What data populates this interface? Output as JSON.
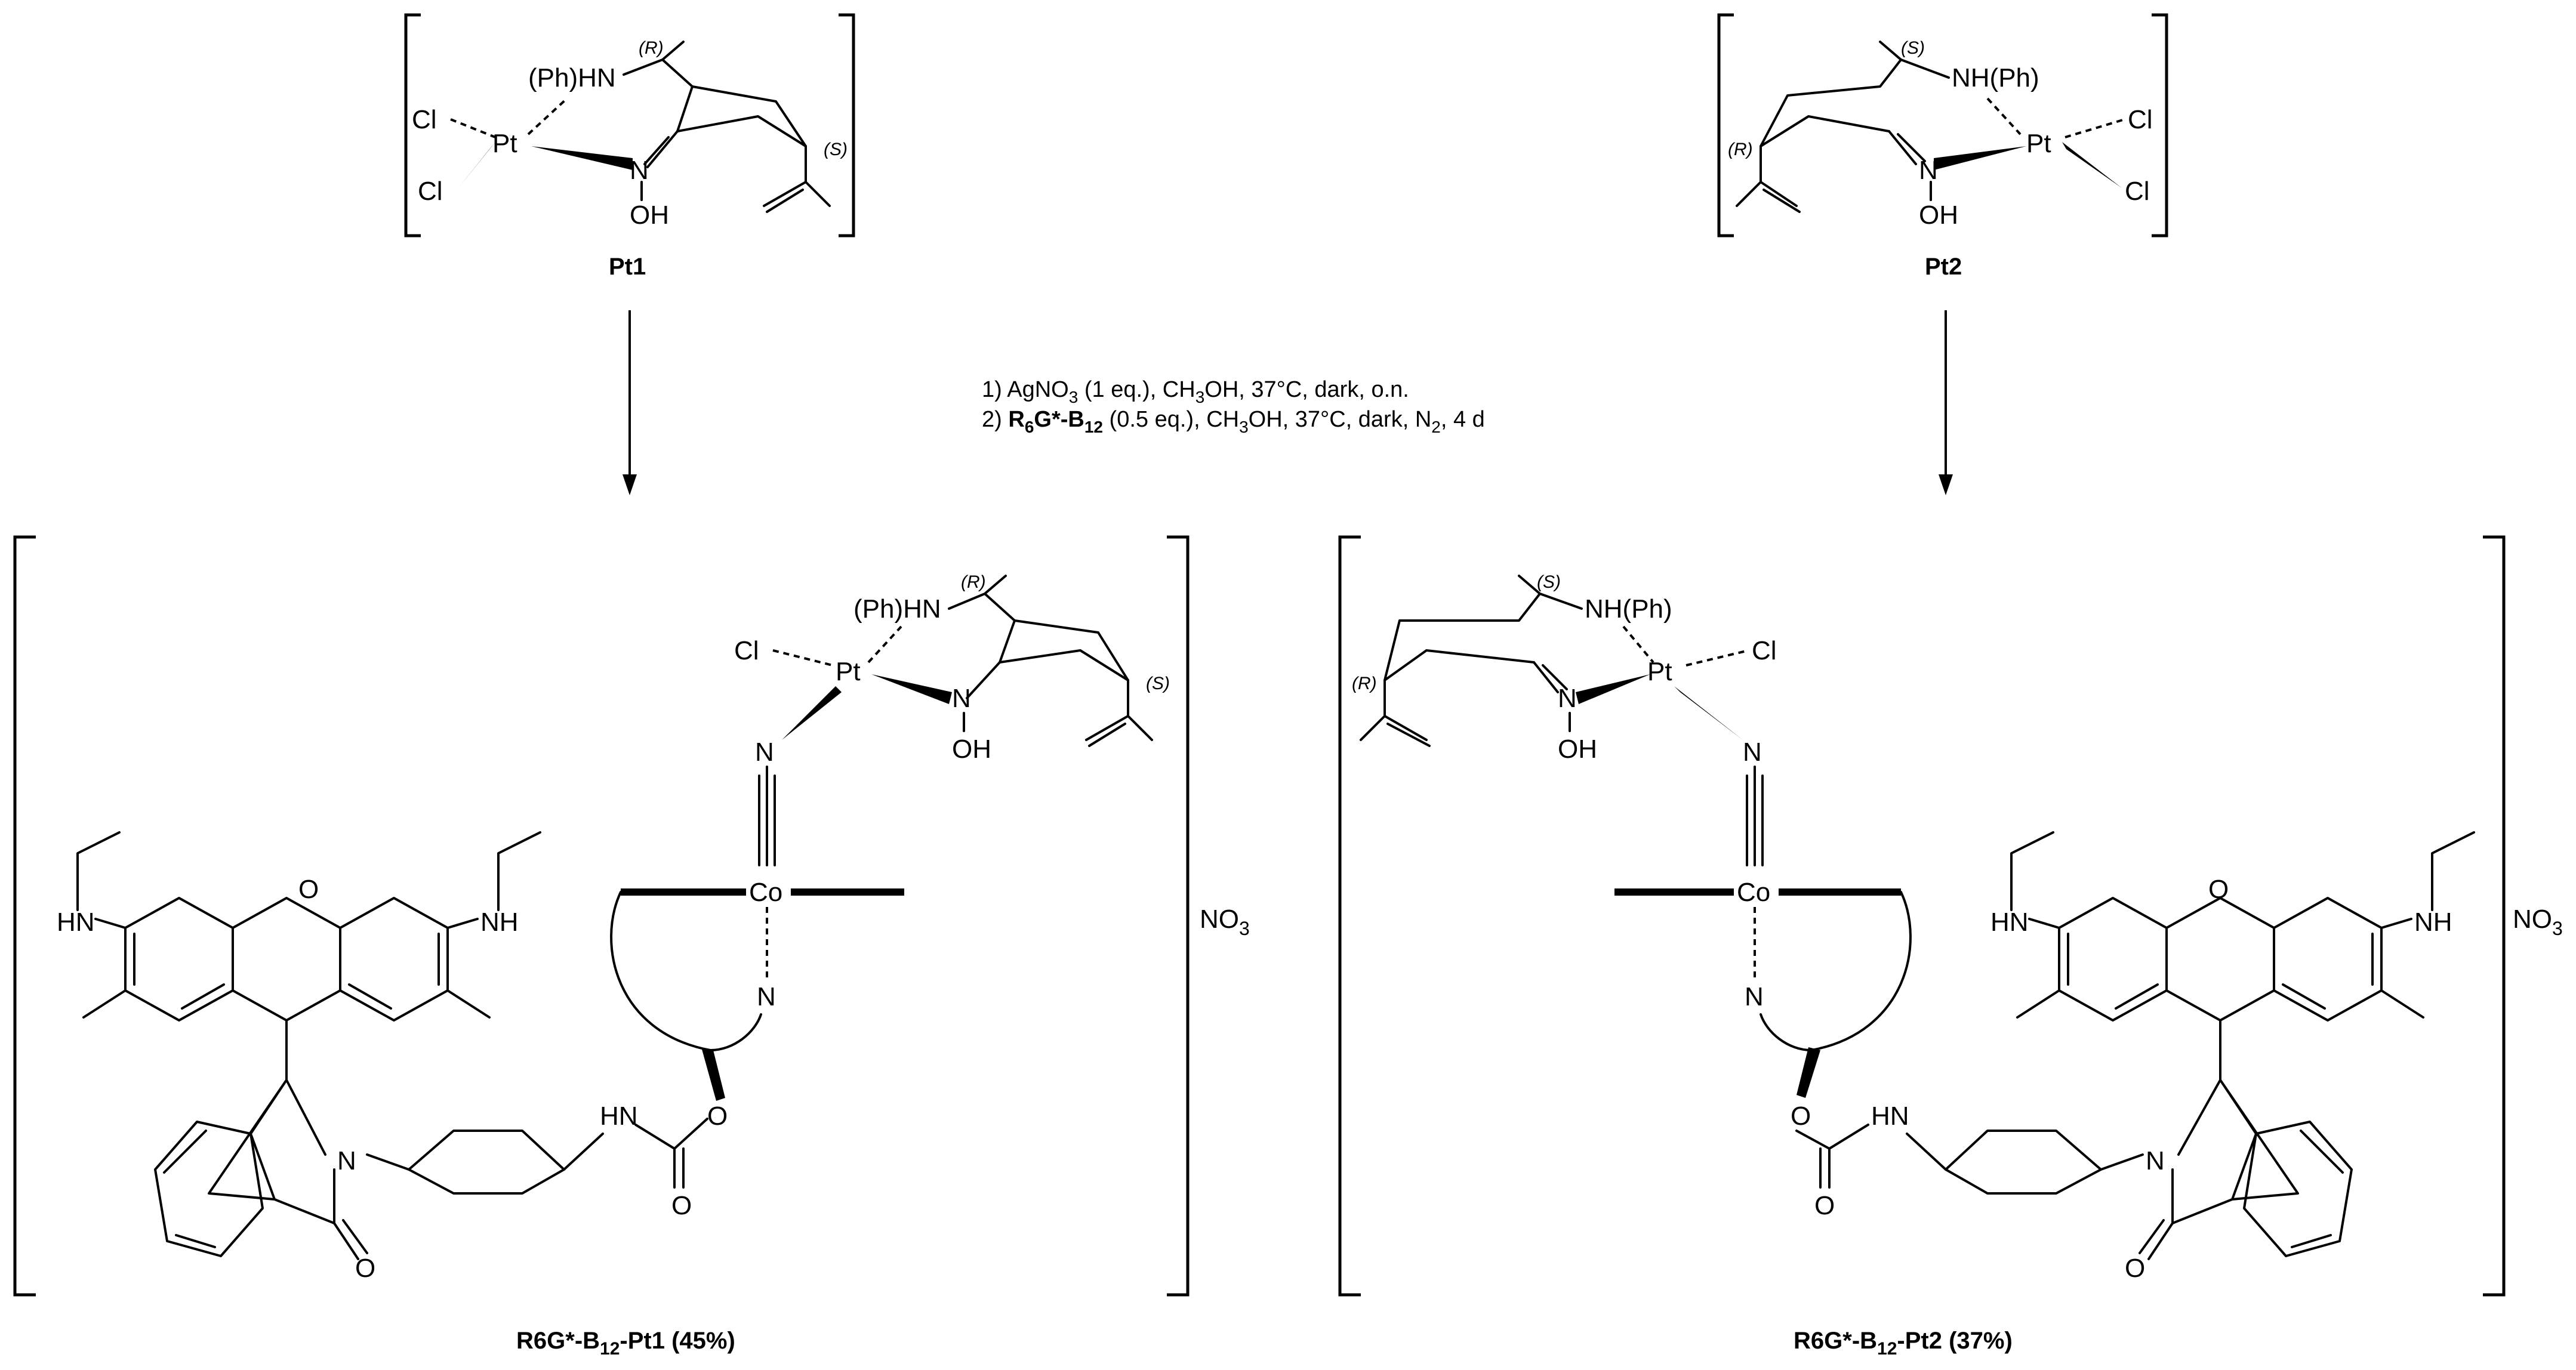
{
  "reagents": {
    "step1_prefix": "1) AgNO",
    "step1_sub": "3",
    "step1_rest": " (1 eq.), CH",
    "step1_sub2": "3",
    "step1_end": "OH, 37°C, dark, o.n.",
    "step2_prefix": "2) ",
    "step2_bold_a": "R",
    "step2_bold_sub": "6",
    "step2_bold_b": "G*-B",
    "step2_bold_sub2": "12",
    "step2_rest": " (0.5 eq.), CH",
    "step2_sub": "3",
    "step2_mid": "OH, 37°C, dark, N",
    "step2_sub2": "2",
    "step2_end": ", 4 d"
  },
  "compounds": {
    "pt1": {
      "label": "Pt1"
    },
    "pt2": {
      "label": "Pt2"
    },
    "prod1": {
      "label_a": "R6G*-B",
      "label_sub": "12",
      "label_b": "-Pt1 (45%)"
    },
    "prod2": {
      "label_a": "R6G*-B",
      "label_sub": "12",
      "label_b": "-Pt2 (37%)"
    }
  },
  "atoms": {
    "cl": "Cl",
    "pt": "Pt",
    "co": "Co",
    "n": "N",
    "oh": "OH",
    "o": "O",
    "hn": "HN",
    "nh": "NH",
    "phhn": "(Ph)HN",
    "nhph": "NH(Ph)",
    "counterion_a": "NO",
    "counterion_sub": "3",
    "r": "(R)",
    "s": "(S)"
  }
}
